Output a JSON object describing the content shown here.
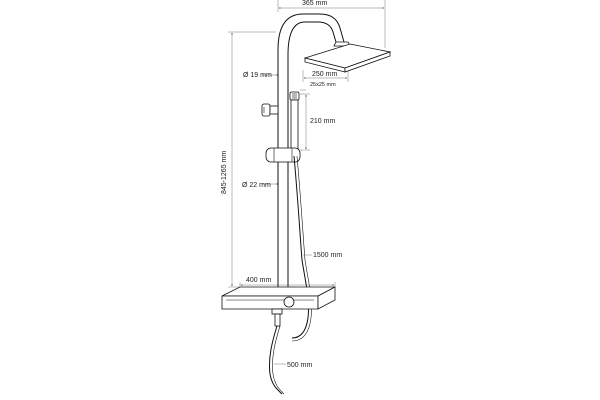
{
  "dimensions": {
    "width_top": "365 mm",
    "head_diameter": "Ø 19 mm",
    "head_width": "250 mm",
    "handset_size": "25x25 mm",
    "handset_length": "210 mm",
    "height_range": "845-1265 mm",
    "riser_diameter": "Ø 22 mm",
    "hose_length": "1500 mm",
    "shelf_width": "400 mm",
    "inlet_length": "500 mm"
  },
  "colors": {
    "line": "#111111",
    "dimension": "#555555",
    "background": "#ffffff"
  }
}
